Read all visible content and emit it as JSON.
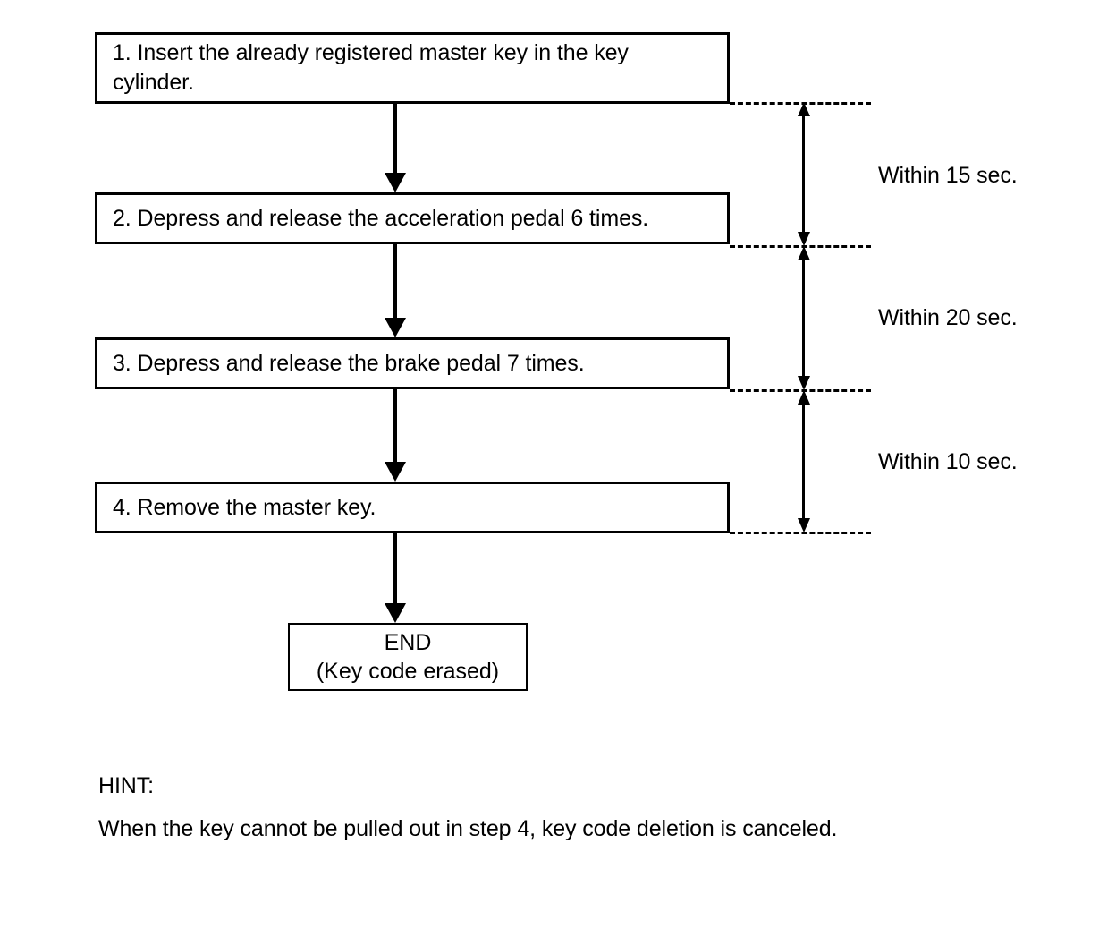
{
  "diagram": {
    "title": "Key code erasure procedure flowchart",
    "line_color": "#000000",
    "background_color": "#ffffff",
    "steps": [
      {
        "id": "step-1",
        "number": "1",
        "text": "1. Insert the already registered master key in the key\ncylinder."
      },
      {
        "id": "step-2",
        "number": "2",
        "text": "2. Depress and release the acceleration pedal 6 times."
      },
      {
        "id": "step-3",
        "number": "3",
        "text": "3. Depress and release the brake pedal 7 times."
      },
      {
        "id": "step-4",
        "number": "4",
        "text": "4. Remove the master key."
      }
    ],
    "terminator": {
      "id": "end-box",
      "line_1": "END",
      "line_2": "(Key code erased)"
    },
    "timing_annotations": [
      {
        "id": "timing-1",
        "label": "Within 15 sec.",
        "spans": "step-1 to step-2"
      },
      {
        "id": "timing-2",
        "label": "Within 20 sec.",
        "spans": "step-2 to step-3"
      },
      {
        "id": "timing-3",
        "label": "Within 10 sec.",
        "spans": "step-3 to step-4"
      }
    ],
    "hint": {
      "title": "HINT:",
      "body": "When the key cannot be pulled out in step 4, key code deletion is canceled."
    }
  }
}
